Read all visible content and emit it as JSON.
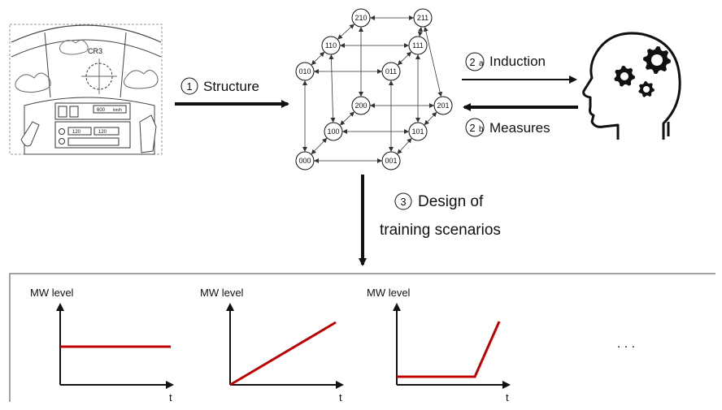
{
  "cockpit": {
    "label": "CR3",
    "speed_readout": "600",
    "unit_readout": "km/h",
    "value_left": "120",
    "value_right": "120"
  },
  "steps": {
    "structure": {
      "num": "1",
      "label": "Structure"
    },
    "induction": {
      "num": "2",
      "sub": "a",
      "label": "Induction"
    },
    "measures": {
      "num": "2",
      "sub": "b",
      "label": "Measures"
    },
    "design": {
      "num": "3",
      "line1": "Design of",
      "line2": "training scenarios"
    }
  },
  "lattice_nodes": [
    "210",
    "211",
    "110",
    "111",
    "010",
    "011",
    "200",
    "201",
    "100",
    "101",
    "000",
    "001"
  ],
  "scenarios": {
    "ylabel": "MW level",
    "xlabel": "t",
    "ellipsis": ". . ."
  },
  "colors": {
    "profile": "#c00000",
    "ink": "#111111"
  }
}
